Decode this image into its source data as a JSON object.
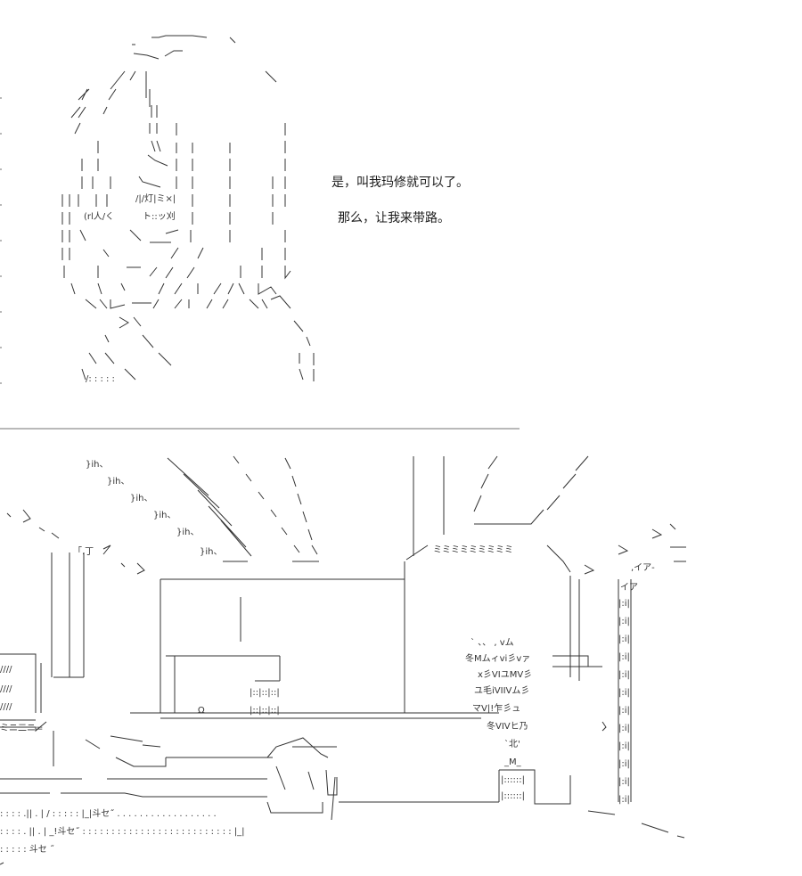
{
  "dialogue": {
    "line1": "是，叫我玛修就可以了。",
    "line2": "那么，让我来带路。"
  },
  "art": {
    "character_label": "",
    "room_label": ""
  },
  "room_text": {
    "sign_top": "ミミミミミミミミミ",
    "sign_mid": "冬Mムィvi彡vァ",
    "sign_a": "x彡VIユMV彡",
    "sign_b": "ユ毛iVIIVム彡",
    "sign_c": "マV|!乍彡ュ",
    "sign_d": "冬VIVヒ乃",
    "bei": "北",
    "m": "M",
    "ih": "}ih、",
    "vm": "vム",
    "omega": "Ω",
    "ia": "イア"
  }
}
